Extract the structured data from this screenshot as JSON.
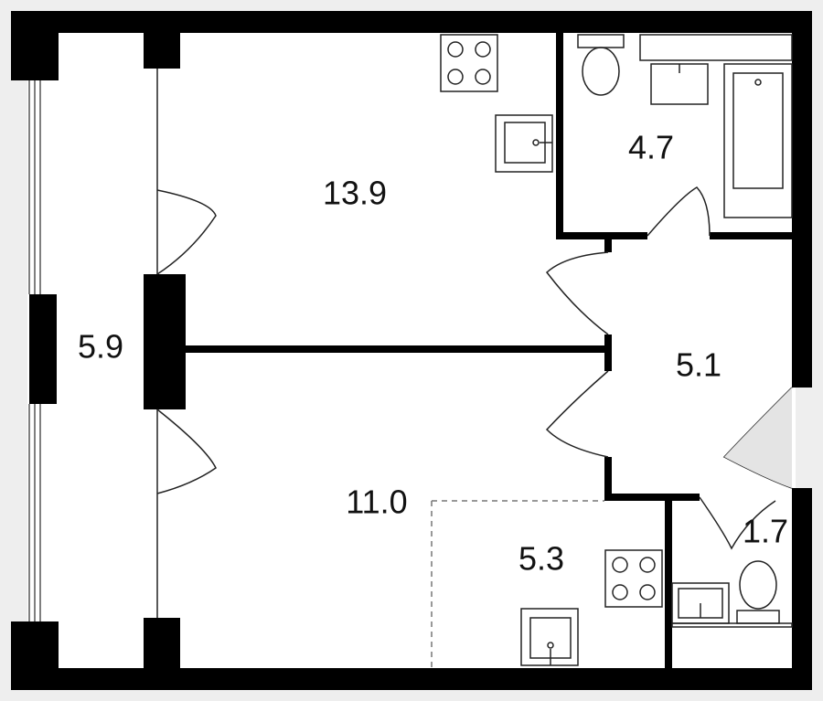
{
  "floor_plan": {
    "rooms": [
      {
        "id": "room-13-9",
        "area": "13.9"
      },
      {
        "id": "bathroom",
        "area": "4.7"
      },
      {
        "id": "balcony",
        "area": "5.9"
      },
      {
        "id": "hallway",
        "area": "5.1"
      },
      {
        "id": "room-11-0",
        "area": "11.0"
      },
      {
        "id": "kitchen-zone",
        "area": "5.3"
      },
      {
        "id": "toilet",
        "area": "1.7"
      }
    ],
    "colors": {
      "background": "#eeeeee",
      "floor": "#ffffff",
      "wall": "#000000",
      "fixture": "#222222"
    }
  }
}
